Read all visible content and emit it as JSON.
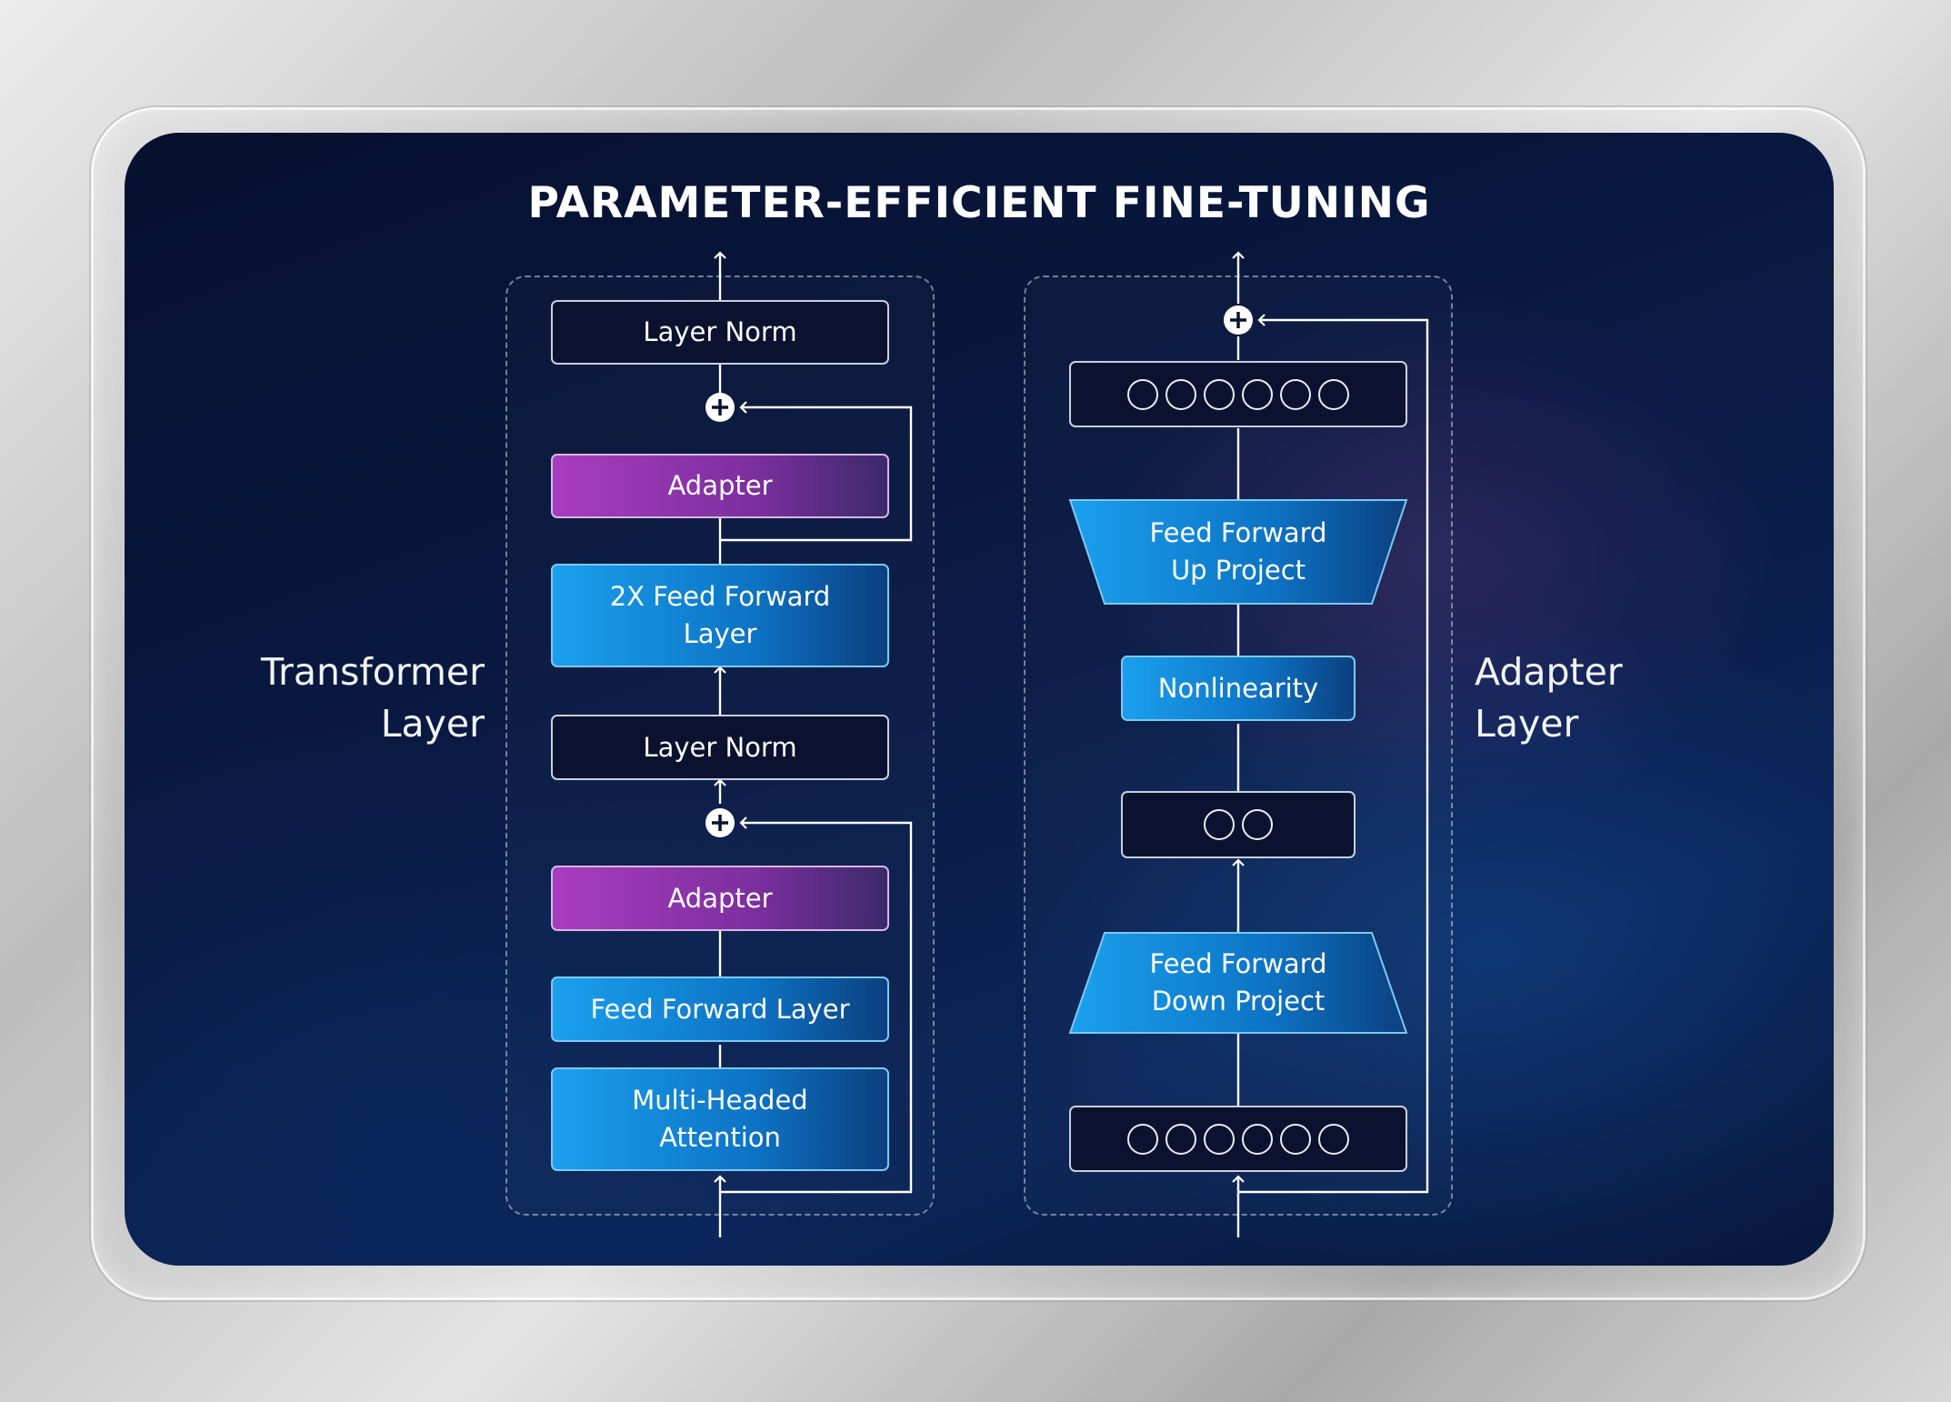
{
  "title": "PARAMETER-EFFICIENT FINE-TUNING",
  "left_label": "Transformer\nLayer",
  "right_label": "Adapter\nLayer",
  "transformer": {
    "layer_norm_top": "Layer Norm",
    "adapter_top": "Adapter",
    "ff_2x": "2X Feed Forward\nLayer",
    "layer_norm_mid": "Layer Norm",
    "adapter_bottom": "Adapter",
    "ff_layer": "Feed Forward Layer",
    "attention": "Multi-Headed\nAttention"
  },
  "adapter": {
    "up_project": "Feed Forward\nUp Project",
    "nonlinearity": "Nonlinearity",
    "down_project": "Feed Forward\nDown Project",
    "top_neurons": 6,
    "mid_neurons": 2,
    "bottom_neurons": 6
  },
  "colors": {
    "adapter_purple": "#a93cc0",
    "blue": "#1aa0ee",
    "background": "#0a1a44"
  }
}
